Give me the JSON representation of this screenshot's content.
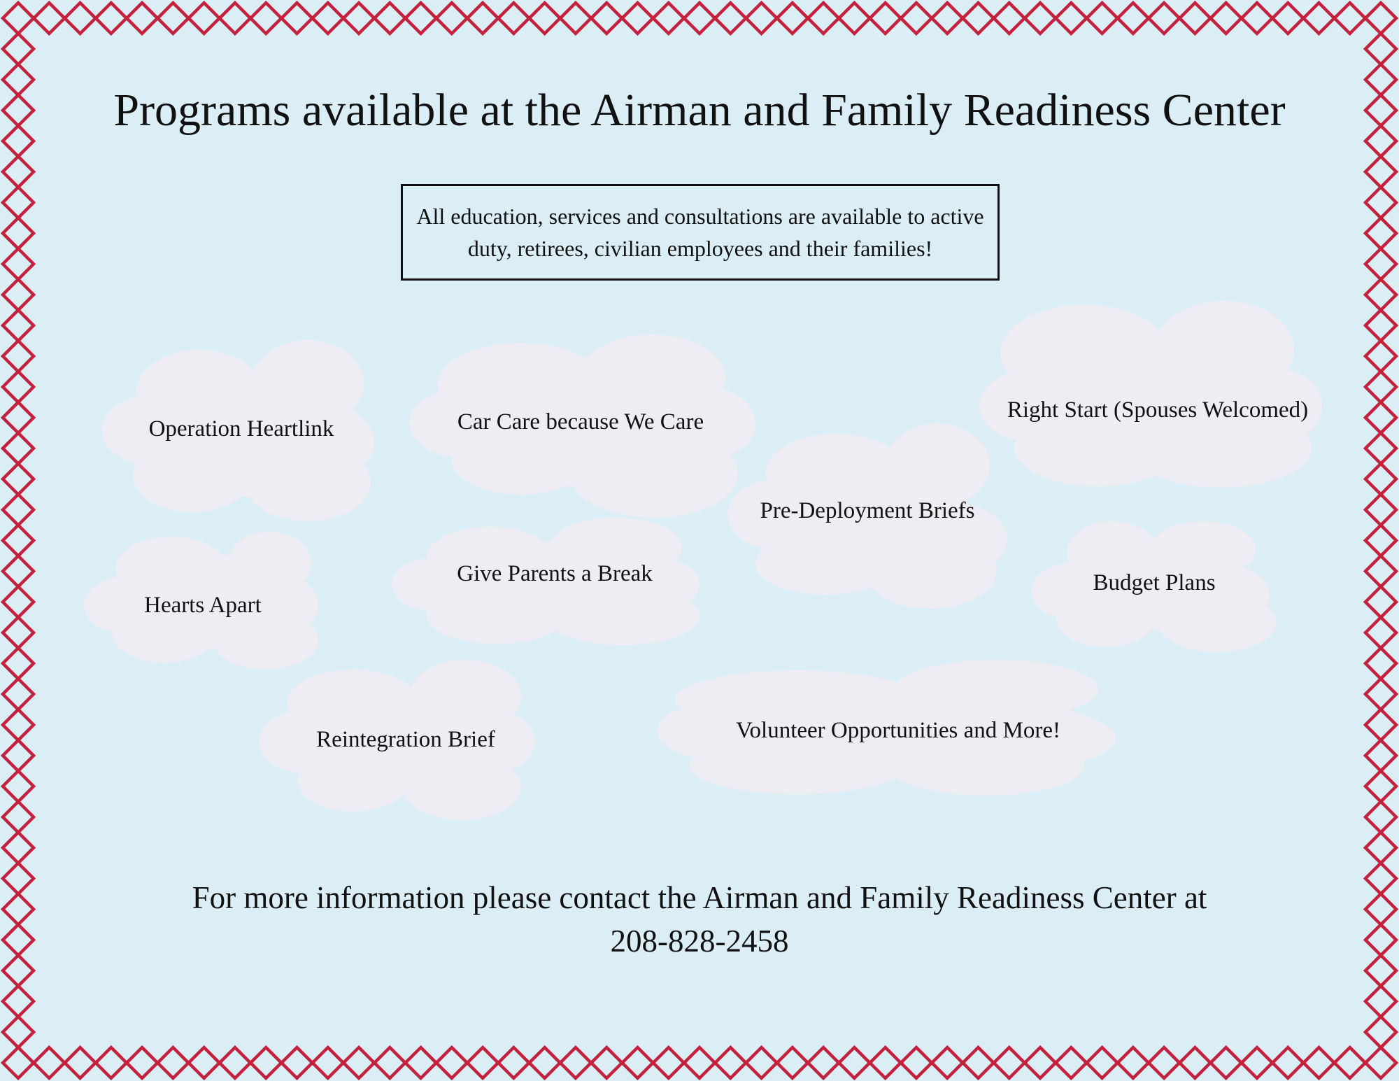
{
  "theme": {
    "background_color": "#dbedf5",
    "border_color": "#c4213d",
    "cloud_color": "#efedf4",
    "text_color": "#111111",
    "border_pattern": "diamond-chain"
  },
  "title": "Programs available at the Airman and Family Readiness Center",
  "notice": "All education, services and consultations are available to active duty, retirees, civilian employees and their families!",
  "programs": [
    "Operation Heartlink",
    "Car Care because We Care",
    "Right Start (Spouses Welcomed)",
    "Pre-Deployment Briefs",
    "Hearts Apart",
    "Give Parents a Break",
    "Budget Plans",
    "Reintegration Brief",
    "Volunteer Opportunities and More!"
  ],
  "footer": {
    "line1": "For more information please contact the Airman and Family Readiness Center at",
    "phone": "208-828-2458"
  }
}
